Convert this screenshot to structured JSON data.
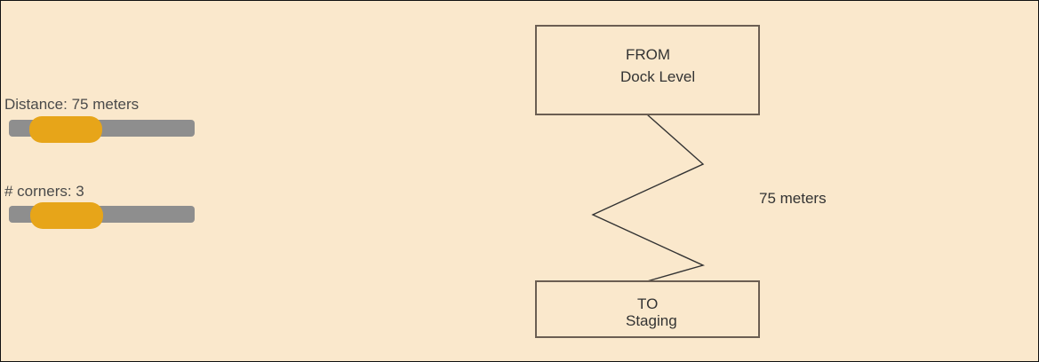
{
  "controls": {
    "distance": {
      "label": "Distance: 75 meters",
      "fraction": 0.18
    },
    "corners": {
      "label": "# corners: 3",
      "fraction": 0.19
    }
  },
  "diagram": {
    "from_title": "FROM",
    "from_name": "Dock Level",
    "to_title": "TO",
    "to_name": "Staging",
    "distance_label": "75 meters"
  },
  "colors": {
    "background": "#fae8cc",
    "track": "#8e8e8e",
    "thumb": "#e7a519",
    "box_stroke": "#6b5e52",
    "path_stroke": "#333333"
  }
}
